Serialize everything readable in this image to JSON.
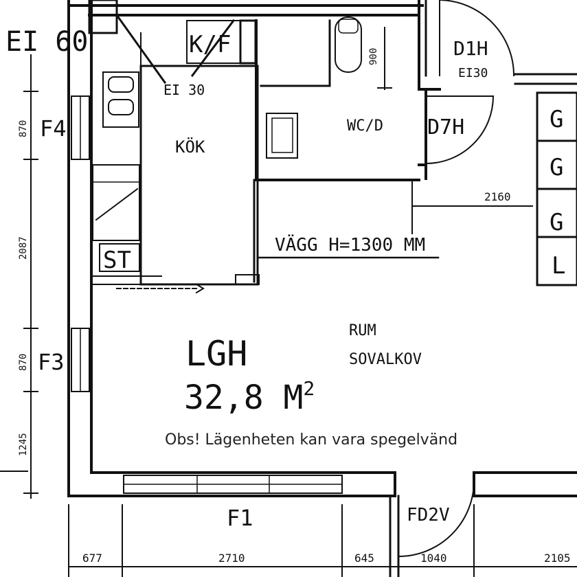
{
  "labels": {
    "fire_rating_top": "EI 60",
    "ei30": "EI 30",
    "kf": "K/F",
    "d1h": "D1H",
    "ei30_door": "EI30",
    "kok": "KÖK",
    "wcd": "WC/D",
    "d7h": "D7H",
    "st": "ST",
    "wall_height": "VÄGG H=1300 MM",
    "rum": "RUM",
    "sovalkov": "SOVALKOV",
    "lgh": "LGH",
    "area": "32,8 M",
    "area_sup": "2",
    "f4": "F4",
    "f3": "F3",
    "f1": "F1",
    "fd2v": "FD2V",
    "g1": "G",
    "g2": "G",
    "g3": "G",
    "l": "L"
  },
  "dimensions": {
    "d900": "900",
    "d2160": "2160",
    "d870_top": "870",
    "d2087": "2087",
    "d870_mid": "870",
    "d1245": "1245",
    "d677": "677",
    "d2710": "2710",
    "d645": "645",
    "d1040": "1040",
    "d2105": "2105"
  },
  "notice": "Obs! Lägenheten kan vara spegelvänd"
}
